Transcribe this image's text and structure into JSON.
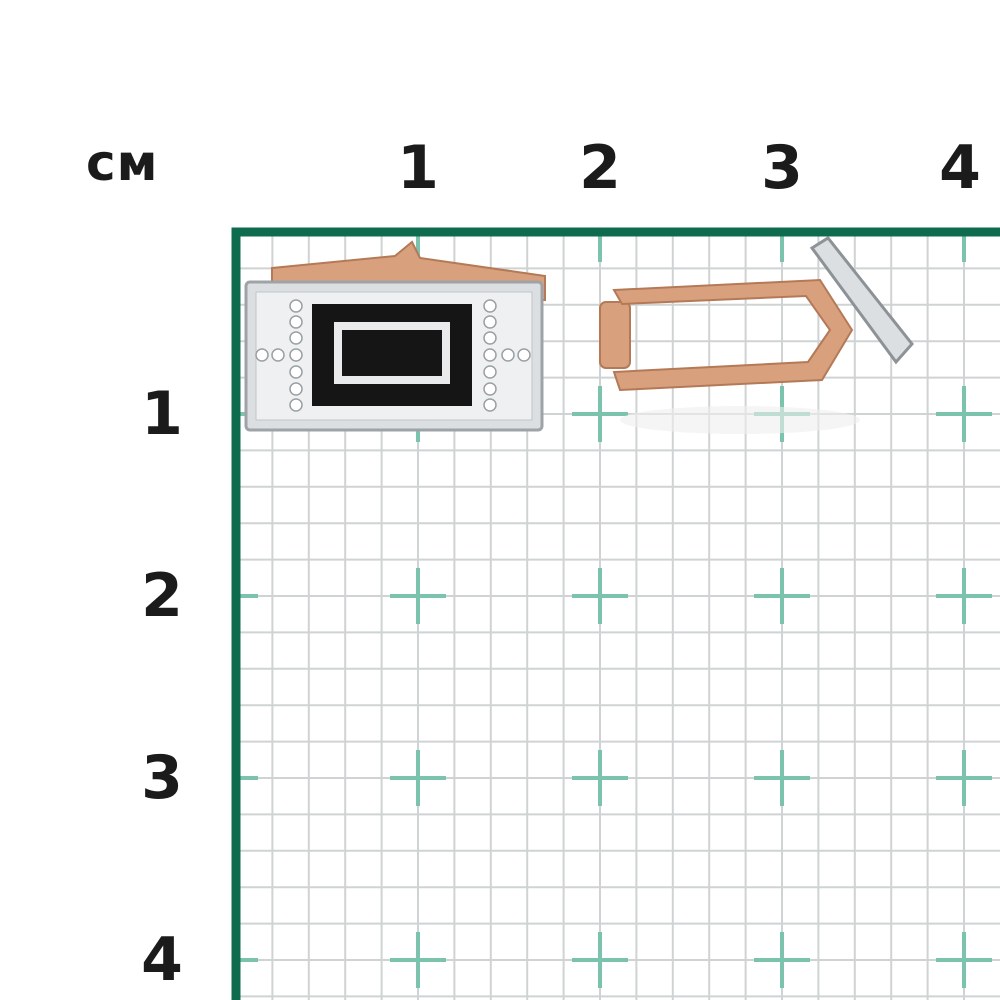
{
  "ruler": {
    "unit": "см",
    "x_ticks": [
      "1",
      "2",
      "3",
      "4"
    ],
    "y_ticks": [
      "1",
      "2",
      "3",
      "4"
    ]
  },
  "colors": {
    "frame": "#0f6b4e",
    "grid_line": "#cfd3d3",
    "cross": "#7cc3ad",
    "gold": "#d9a07e",
    "silver": "#d9dcde",
    "enamel": "#151515"
  }
}
